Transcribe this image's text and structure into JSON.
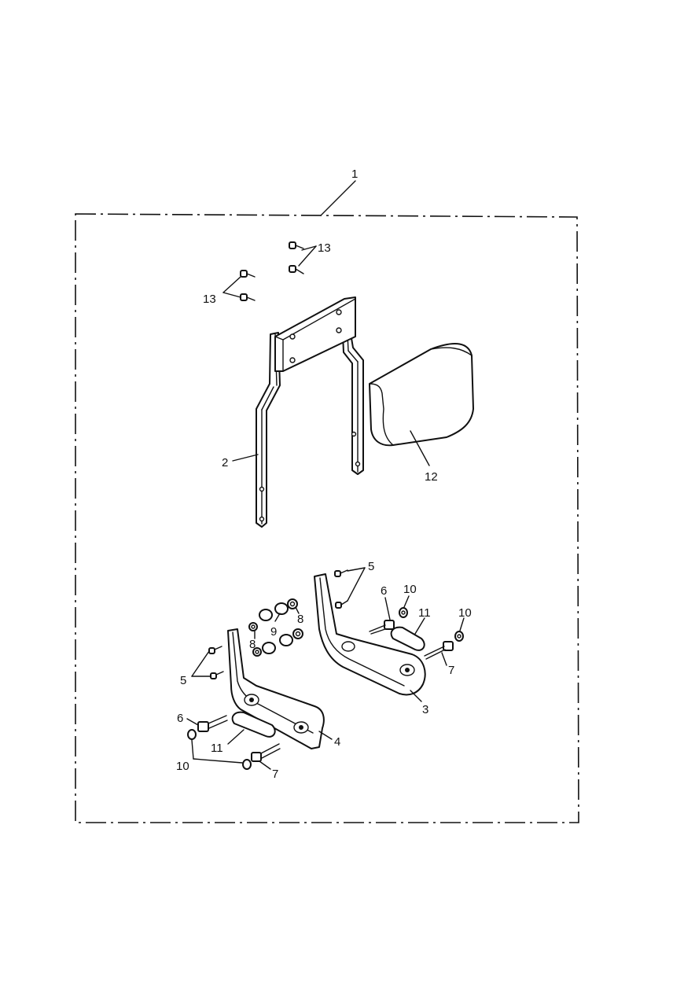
{
  "diagram": {
    "callouts": {
      "c1": "1",
      "c2": "2",
      "c3": "3",
      "c4": "4",
      "c5a": "5",
      "c5b": "5",
      "c6a": "6",
      "c6b": "6",
      "c7a": "7",
      "c7b": "7",
      "c8a": "8",
      "c8b": "8",
      "c9": "9",
      "c10a": "10",
      "c10b": "10",
      "c10c": "10",
      "c11a": "11",
      "c11b": "11",
      "c12": "12",
      "c13a": "13",
      "c13b": "13"
    }
  }
}
